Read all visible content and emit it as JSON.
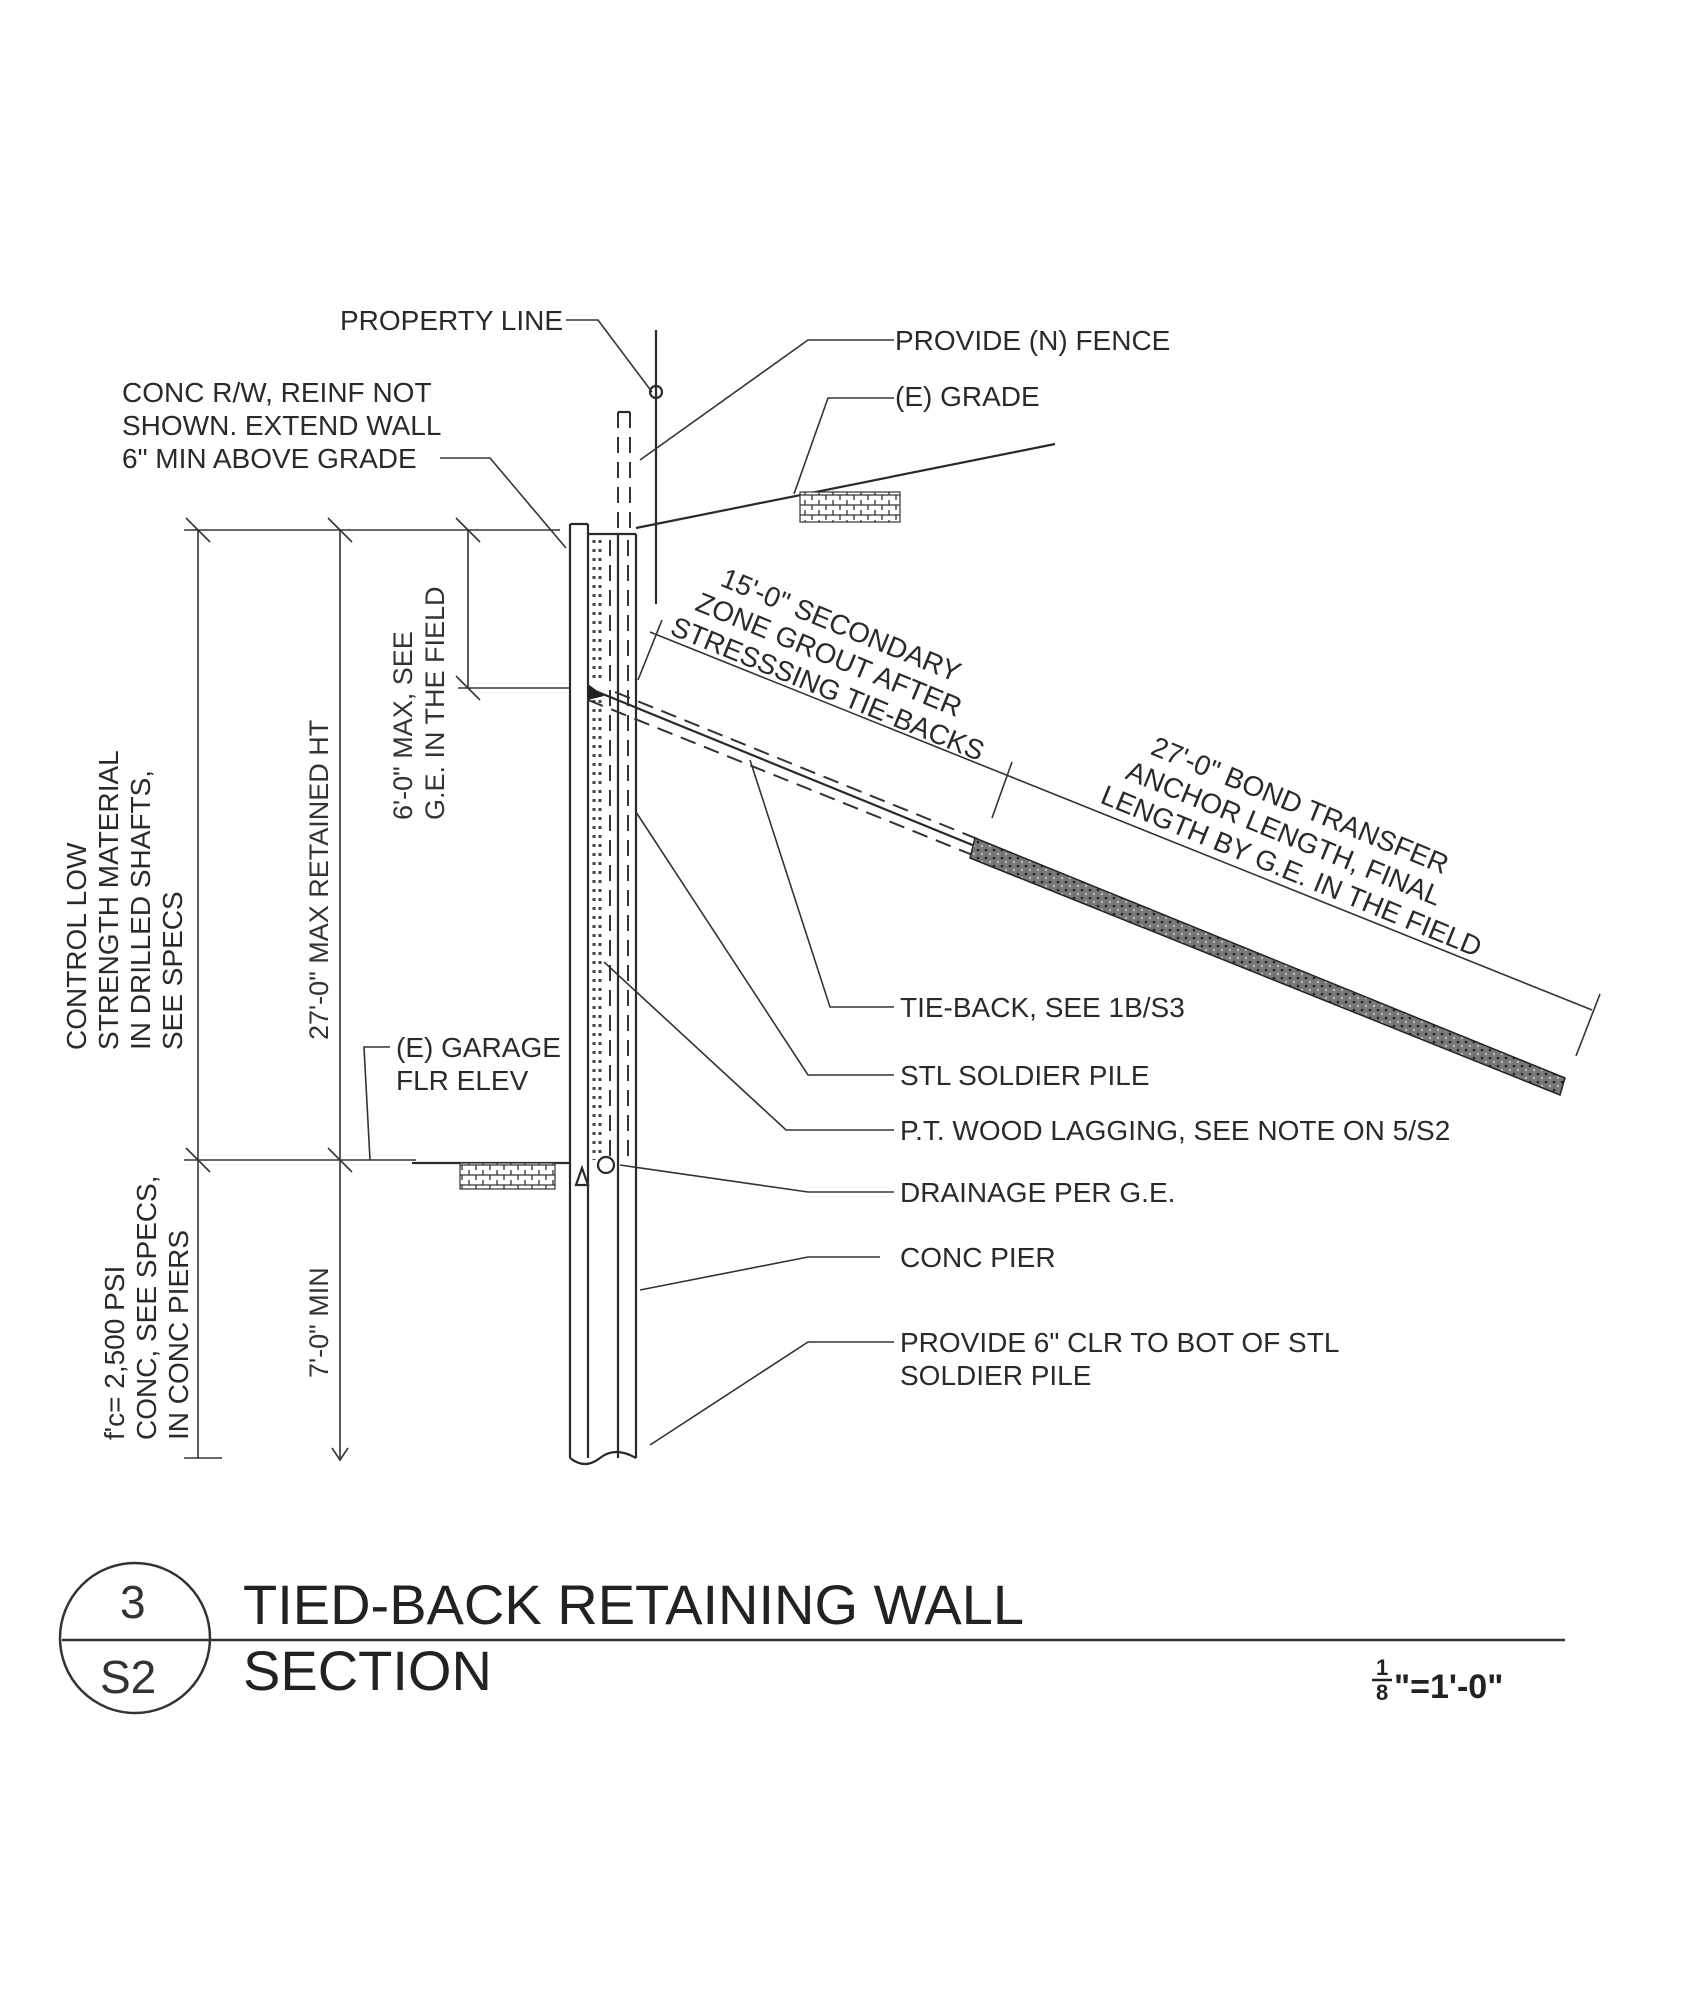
{
  "title": {
    "detail_number": "3",
    "sheet": "S2",
    "name": "TIED-BACK RETAINING WALL",
    "subtitle": "SECTION",
    "scale_num": "1",
    "scale_den": "8",
    "scale_rest": "\"=1'-0\""
  },
  "labels": {
    "property_line": "PROPERTY LINE",
    "fence": "PROVIDE (N) FENCE",
    "grade": "(E) GRADE",
    "conc_rw": [
      "CONC R/W, REINF NOT",
      "SHOWN. EXTEND WALL",
      "6\" MIN ABOVE GRADE"
    ],
    "secondary_zone": [
      "15'-0\" SECONDARY",
      "ZONE GROUT AFTER",
      "STRESSSING TIE-BACKS"
    ],
    "bond_transfer": [
      "27'-0\" BOND TRANSFER",
      "ANCHOR LENGTH, FINAL",
      "LENGTH BY G.E. IN THE FIELD"
    ],
    "tie_back": "TIE-BACK, SEE 1B/S3",
    "soldier_pile": "STL SOLDIER PILE",
    "lagging": "P.T. WOOD LAGGING, SEE NOTE ON 5/S2",
    "drainage": "DRAINAGE PER G.E.",
    "conc_pier": "CONC PIER",
    "clearance": [
      "PROVIDE 6\" CLR TO BOT OF STL",
      "SOLDIER PILE"
    ],
    "garage": [
      "(E) GARAGE",
      "FLR ELEV"
    ],
    "control_material": [
      "CONTROL LOW",
      "STRENGTH MATERIAL",
      "IN DRILLED SHAFTS,",
      "SEE SPECS"
    ],
    "concrete_spec": [
      "f'c= 2,500 PSI",
      "CONC, SEE SPECS,",
      "IN CONC PIERS"
    ],
    "retained_height": "27'-0\" MAX RETAINED HT",
    "tieback_depth": [
      "6'-0\" MAX, SEE",
      "G.E. IN THE FIELD"
    ],
    "embed_depth": "7'-0\" MIN"
  }
}
